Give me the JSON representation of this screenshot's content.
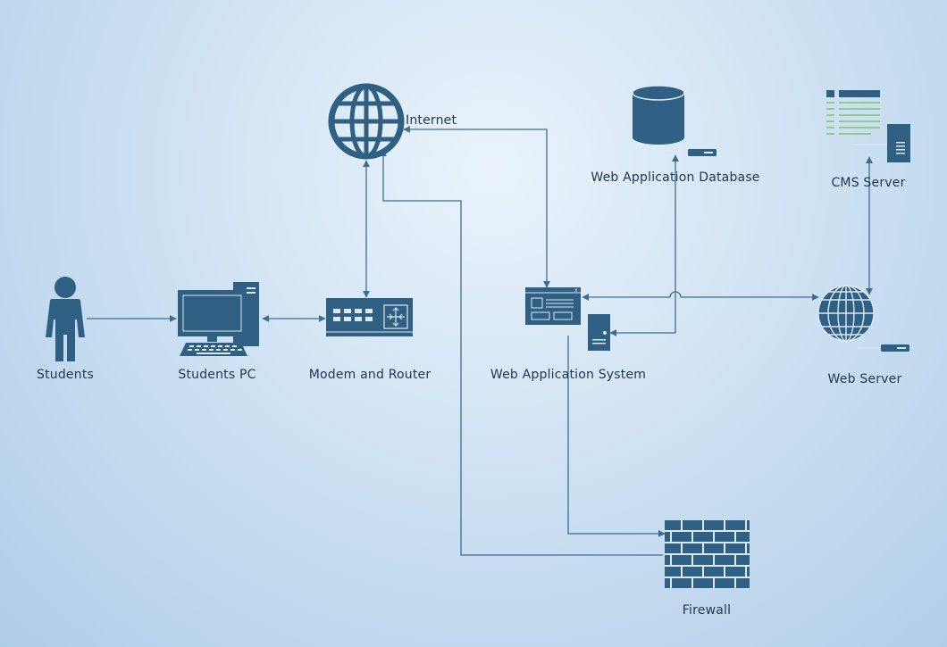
{
  "nodes": {
    "students": "Students",
    "students_pc": "Students PC",
    "modem_router": "Modem and Router",
    "internet": "Internet",
    "web_app_database": "Web Application Database",
    "cms_server": "CMS Server",
    "web_app_system": "Web Application System",
    "web_server": "Web Server",
    "firewall": "Firewall"
  },
  "colors": {
    "icon": "#2f5f82",
    "line": "#3b6e92",
    "accent": "#6fbf4e",
    "background_center": "#eaf3fb",
    "background_edge": "#b0cde8"
  }
}
